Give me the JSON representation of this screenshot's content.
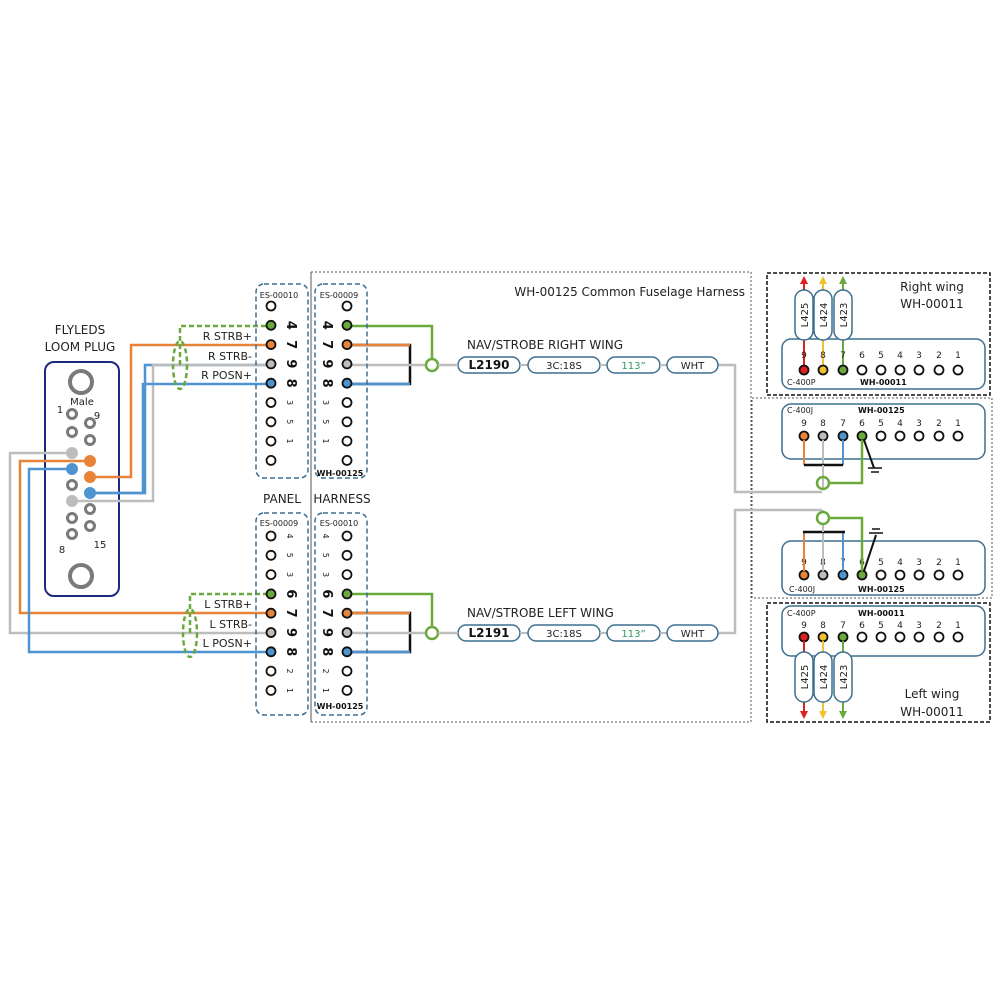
{
  "colors": {
    "orange": "#e8843a",
    "gray": "#bdbdbd",
    "blue": "#4d94d1",
    "green": "#6aaa3c",
    "red": "#e02020",
    "yellow": "#f2c12e",
    "box_stroke": "#3d6f8f",
    "plug_stroke": "#1e2a80",
    "pin_ring": "#7a7a7a"
  },
  "loom_plug": {
    "title_line1": "FLYLEDS",
    "title_line2": "LOOM PLUG",
    "gender": "Male",
    "pin_label_1": "1",
    "pin_label_9": "9",
    "pin_label_8": "8",
    "pin_label_15": "15"
  },
  "section_labels": {
    "panel": "PANEL",
    "harness": "HARNESS"
  },
  "fuselage_harness_title": "WH-00125 Common Fuselage Harness",
  "top_panel": {
    "id": "ES-00010",
    "pins": [
      "",
      "4",
      "7",
      "9",
      "8",
      "3",
      "5",
      "1",
      ""
    ],
    "signals": [
      "R STRB+",
      "R STRB-",
      "R POSN+"
    ]
  },
  "top_harness": {
    "id": "ES-00009",
    "pins": [
      "",
      "4",
      "7",
      "9",
      "8",
      "3",
      "5",
      "1",
      ""
    ],
    "footer": "WH-00125"
  },
  "bottom_panel": {
    "id": "ES-00009",
    "pins": [
      "4",
      "5",
      "3",
      "6",
      "7",
      "9",
      "8",
      "2",
      "1"
    ],
    "signals": [
      "L STRB+",
      "L STRB-",
      "L POSN+"
    ]
  },
  "bottom_harness": {
    "id": "ES-00010",
    "pins": [
      "4",
      "5",
      "3",
      "6",
      "7",
      "9",
      "8",
      "2",
      "1"
    ],
    "footer": "WH-00125"
  },
  "right_cable": {
    "title": "NAV/STROBE RIGHT WING",
    "segments": [
      "L2190",
      "3C:18S",
      "113”",
      "WHT"
    ]
  },
  "left_cable": {
    "title": "NAV/STROBE LEFT WING",
    "segments": [
      "L2191",
      "3C:18S",
      "113”",
      "WHT"
    ]
  },
  "right_wing": {
    "title_line1": "Right wing",
    "title_line2": "WH-00011",
    "connector": "C-400P",
    "harness": "WH-00011",
    "leads": [
      "L425",
      "L424",
      "L423"
    ],
    "pins": [
      "9",
      "8",
      "7",
      "6",
      "5",
      "4",
      "3",
      "2",
      "1"
    ]
  },
  "right_fuselage_connector": {
    "connector": "C-400J",
    "harness": "WH-00125",
    "pins": [
      "9",
      "8",
      "7",
      "6",
      "5",
      "4",
      "3",
      "2",
      "1"
    ]
  },
  "left_fuselage_connector": {
    "connector": "C-400J",
    "harness": "WH-00125",
    "pins": [
      "9",
      "8",
      "7",
      "6",
      "5",
      "4",
      "3",
      "2",
      "1"
    ]
  },
  "left_wing": {
    "title_line1": "Left wing",
    "title_line2": "WH-00011",
    "connector": "C-400P",
    "harness": "WH-00011",
    "leads": [
      "L425",
      "L424",
      "L423"
    ],
    "pins": [
      "9",
      "8",
      "7",
      "6",
      "5",
      "4",
      "3",
      "2",
      "1"
    ]
  }
}
